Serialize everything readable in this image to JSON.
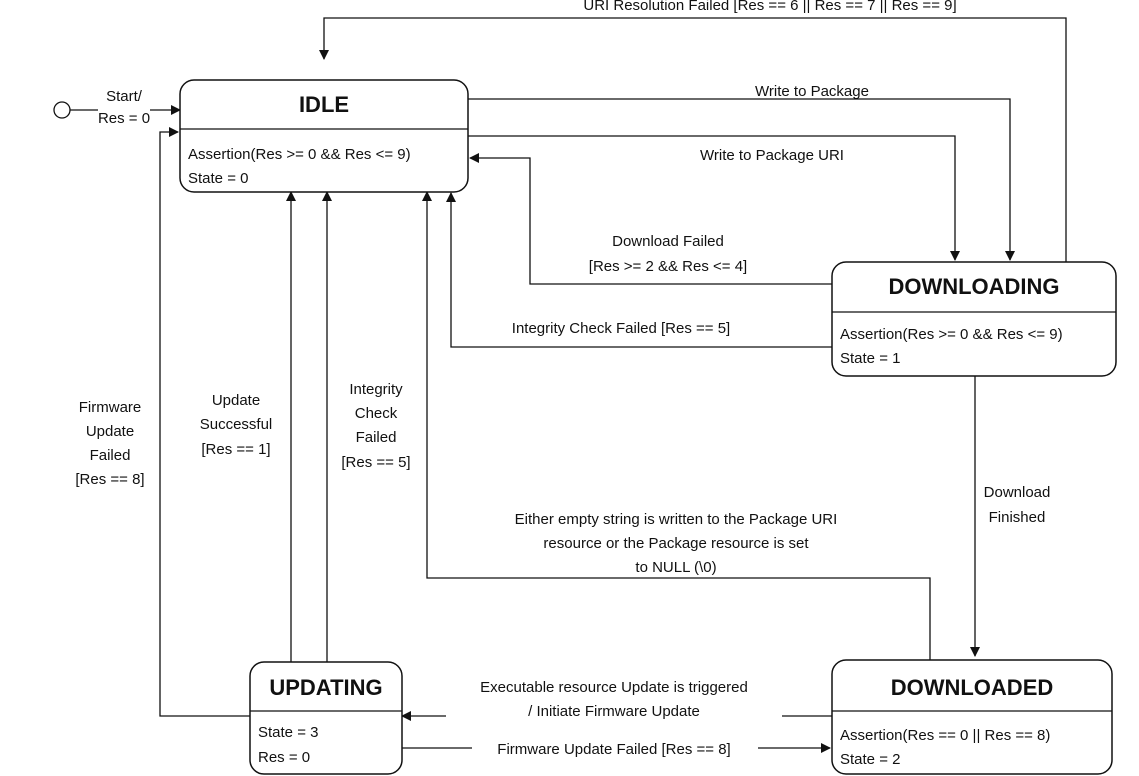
{
  "states": {
    "idle": {
      "title": "IDLE",
      "lines": [
        "Assertion(Res >= 0 && Res <= 9)",
        "State = 0"
      ]
    },
    "downloading": {
      "title": "DOWNLOADING",
      "lines": [
        "Assertion(Res >= 0 && Res <= 9)",
        "State = 1"
      ]
    },
    "downloaded": {
      "title": "DOWNLOADED",
      "lines": [
        "Assertion(Res == 0 || Res == 8)",
        "State = 2"
      ]
    },
    "updating": {
      "title": "UPDATING",
      "lines": [
        "State = 3",
        "Res = 0"
      ]
    }
  },
  "transitions": {
    "start": [
      "Start/",
      "Res = 0"
    ],
    "uri_resolution_failed": [
      "URI Resolution Failed [Res == 6 || Res == 7 || Res == 9]"
    ],
    "write_package": [
      "Write to Package"
    ],
    "write_package_uri": [
      "Write to Package URI"
    ],
    "download_failed": [
      "Download Failed",
      "[Res >= 2 && Res <= 4]"
    ],
    "integrity_failed_download": [
      "Integrity Check Failed [Res == 5]"
    ],
    "firmware_update_failed_idle": [
      "Firmware",
      "Update",
      "Failed",
      "[Res == 8]"
    ],
    "update_successful": [
      "Update",
      "Successful",
      "[Res == 1]"
    ],
    "integrity_failed_update": [
      "Integrity",
      "Check",
      "Failed",
      "[Res == 5]"
    ],
    "download_finished": [
      "Download",
      "Finished"
    ],
    "empty_string": [
      "Either empty string is written to the Package URI",
      "resource or the Package resource is set",
      "to NULL (\\0)"
    ],
    "execute_update": [
      "Executable resource Update is triggered",
      "/ Initiate Firmware Update"
    ],
    "firmware_update_failed_downloaded": [
      "Firmware Update Failed [Res == 8]"
    ]
  }
}
